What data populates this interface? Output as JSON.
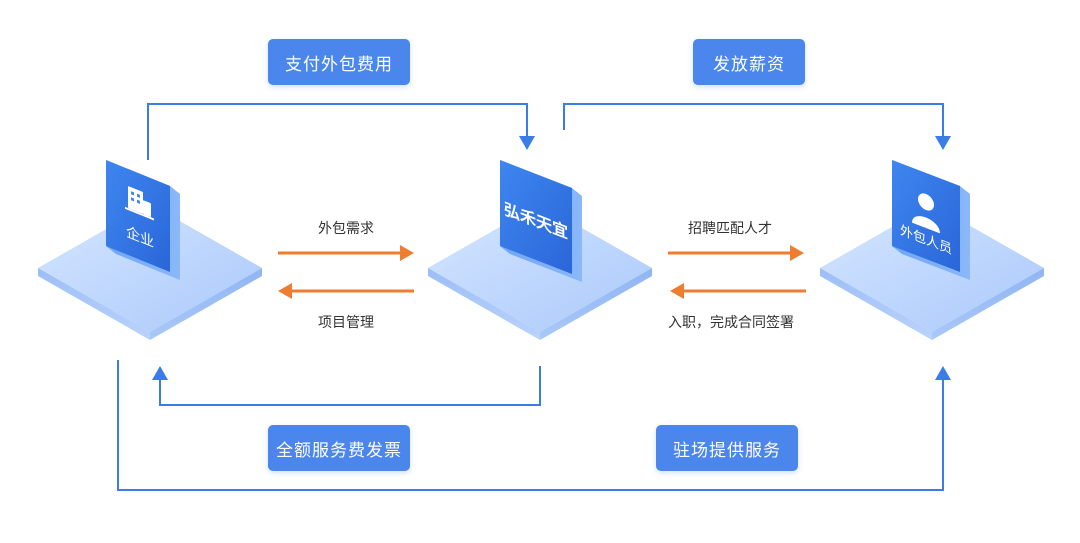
{
  "tags": {
    "pay_fee": "支付外包费用",
    "pay_salary": "发放薪资",
    "invoice": "全额服务费发票",
    "onsite_service": "驻场提供服务"
  },
  "nodes": {
    "enterprise": "企业",
    "hongtianyi": "弘禾天宜",
    "outsourced_staff": "外包人员"
  },
  "flows": {
    "outsourcing_demand": "外包需求",
    "project_management": "项目管理",
    "recruit_match": "招聘匹配人才",
    "onboard_contract": "入职，完成合同签署"
  },
  "colors": {
    "blue": "#3b7de6",
    "tag_blue": "#4a86ec",
    "orange": "#ee7d2f",
    "tile_blue": "#9ec2fb"
  },
  "icons": {
    "enterprise": "building-icon",
    "outsourced_staff": "person-icon"
  }
}
